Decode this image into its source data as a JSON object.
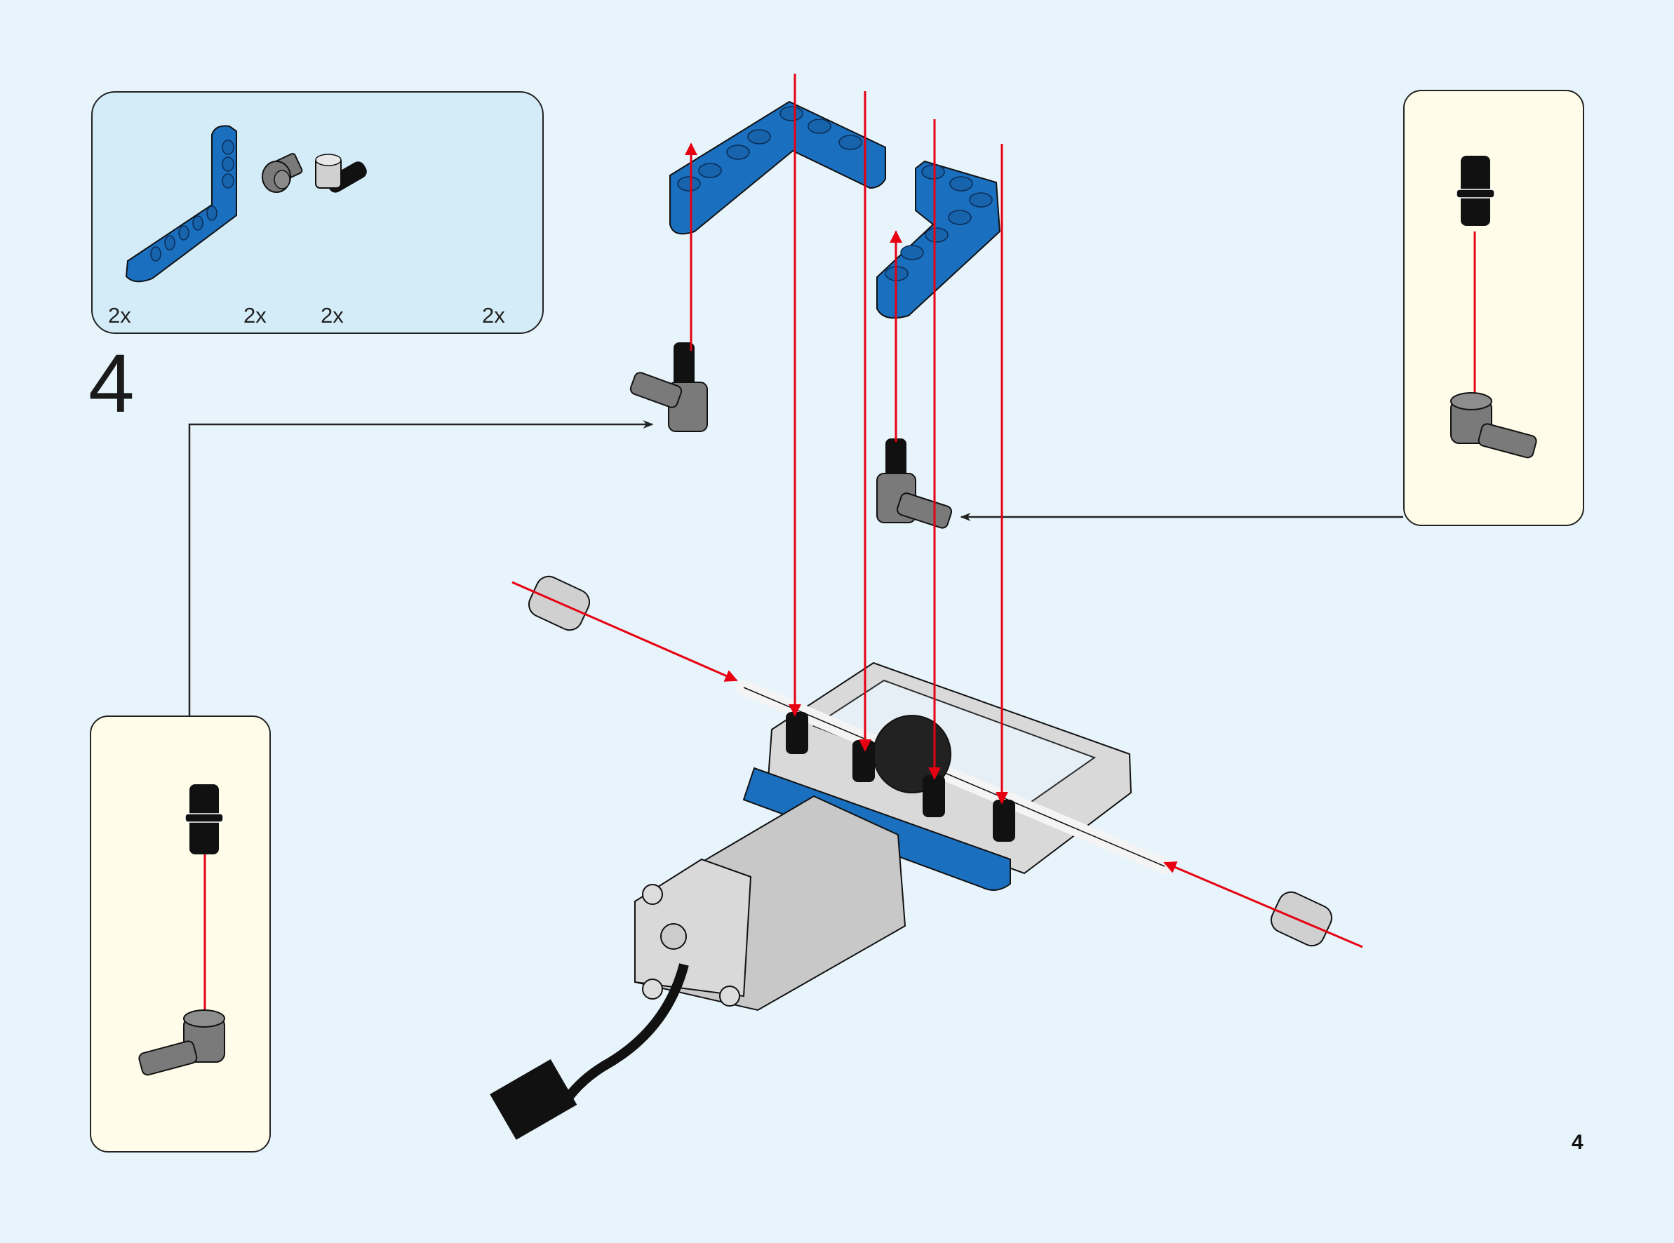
{
  "page": {
    "page_number": "4",
    "step_number": "4",
    "background_color": "#e8f4fb"
  },
  "parts_list": {
    "background_color": "#d4ecf8",
    "items": [
      {
        "part": "blue-l-beam-3x5",
        "quantity": "2x",
        "color": "#1a6fbf"
      },
      {
        "part": "dark-gray-pin-connector-perpendicular",
        "quantity": "2x",
        "color": "#7a7a7a"
      },
      {
        "part": "black-friction-pin",
        "quantity": "2x",
        "color": "#111111"
      },
      {
        "part": "light-gray-axle-bush",
        "quantity": "2x",
        "color": "#cfcfcf"
      }
    ]
  },
  "callouts": {
    "background_color": "#fffdea",
    "right": {
      "top_part": "black-friction-pin",
      "bottom_part": "dark-gray-pin-connector-perpendicular"
    },
    "left": {
      "top_part": "black-friction-pin",
      "bottom_part": "dark-gray-pin-connector-perpendicular"
    }
  },
  "colors": {
    "arrow_red": "#e60012",
    "beam_blue": "#1a6fbf",
    "frame_light_gray": "#d9d9d9",
    "motor_gray": "#c8c8c8",
    "connector_dark_gray": "#7a7a7a",
    "outline": "#1a1a1a"
  }
}
